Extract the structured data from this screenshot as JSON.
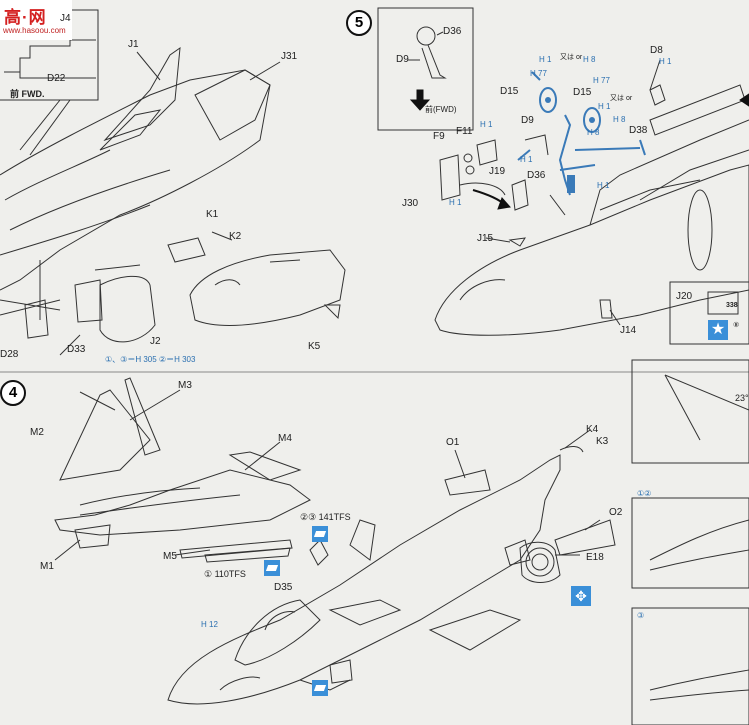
{
  "logo": {
    "main": "高·网",
    "url": "www.hasoou.com"
  },
  "steps": {
    "s4": "4",
    "s5": "5"
  },
  "top_left": {
    "ref_part": "J4",
    "d22": "D22",
    "fwd": "前 FWD."
  },
  "step4_top": {
    "j1": "J1",
    "j31": "J31",
    "k1": "K1",
    "k2": "K2",
    "j2": "J2",
    "d28": "D28",
    "d33": "D33",
    "k5": "K5",
    "option_note": "①、③＝H 305  ②＝H 303"
  },
  "step5_inset": {
    "d36": "D36",
    "d9": "D9",
    "fwd": "前(FWD)"
  },
  "step5": {
    "h1a": "H 1",
    "or1": "又は or",
    "h8a": "H 8",
    "h77a": "H 77",
    "h77b": "H 77",
    "d15a": "D15",
    "d15b": "D15",
    "or2": "又は or",
    "h1b": "H 1",
    "h8b": "H 8",
    "d8": "D8",
    "h1c": "H 1",
    "f9": "F9",
    "f11": "F11",
    "h1d": "H 1",
    "d9": "D9",
    "h8c": "H 8",
    "d38": "D38",
    "j19": "J19",
    "d36": "D36",
    "h1e": "H 1",
    "h1f": "H 1",
    "j30": "J30",
    "h1g": "H 1",
    "j15": "J15",
    "j14": "J14",
    "j20": "J20",
    "decal_num": "338",
    "decal_ref": "⑧"
  },
  "step4_bottom": {
    "m2": "M2",
    "m3": "M3",
    "m4": "M4",
    "m1": "M1",
    "m5": "M5",
    "o1": "O1",
    "k4": "K4",
    "k3": "K3",
    "o2": "O2",
    "e18": "E18",
    "d35": "D35",
    "h12": "H 12",
    "tfs141": "②③ 141TFS",
    "tfs110": "① 110TFS"
  },
  "right_panel": {
    "angle": "23°",
    "opt12": "①②",
    "opt3": "③"
  }
}
